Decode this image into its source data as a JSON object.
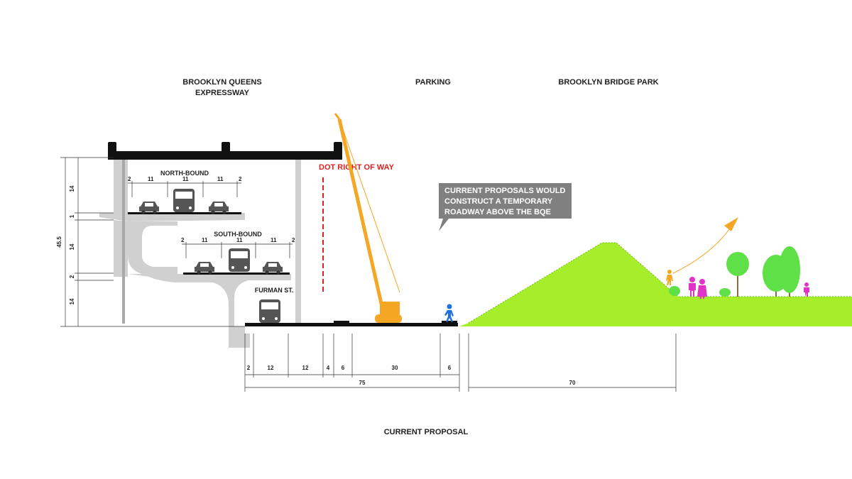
{
  "headers": {
    "bqe_line1": "BROOKLYN QUEENS",
    "bqe_line2": "EXPRESSWAY",
    "parking": "PARKING",
    "park": "BROOKLYN BRIDGE PARK"
  },
  "labels": {
    "north_bound": "NORTH-BOUND",
    "south_bound": "SOUTH-BOUND",
    "furman": "FURMAN ST.",
    "dot_row": "DOT RIGHT OF WAY",
    "caption": "CURRENT PROPOSAL"
  },
  "callout": {
    "line1": "CURRENT PROPOSALS WOULD",
    "line2": "CONSTRUCT A TEMPORARY",
    "line3": "ROADWAY ABOVE THE BQE"
  },
  "dimensions": {
    "north_widths": [
      "2",
      "11",
      "11",
      "11",
      "2"
    ],
    "south_widths": [
      "2",
      "11",
      "11",
      "11",
      "2"
    ],
    "heights": [
      "14",
      "1",
      "14",
      "2",
      "14"
    ],
    "total_height": "45.5",
    "bottom_widths": [
      "2",
      "12",
      "12",
      "4",
      "6",
      "30",
      "6"
    ],
    "total_left": "75",
    "total_right": "70"
  },
  "colors": {
    "structure": "#d0d0d0",
    "deck": "#111111",
    "crane": "#f5a623",
    "park": "#a6ee2a",
    "tree": "#5fe046",
    "people": "#e233c8",
    "pedestrian": "#1f6fe0",
    "dot_row": "#e02020",
    "callout_bg": "#808080"
  }
}
